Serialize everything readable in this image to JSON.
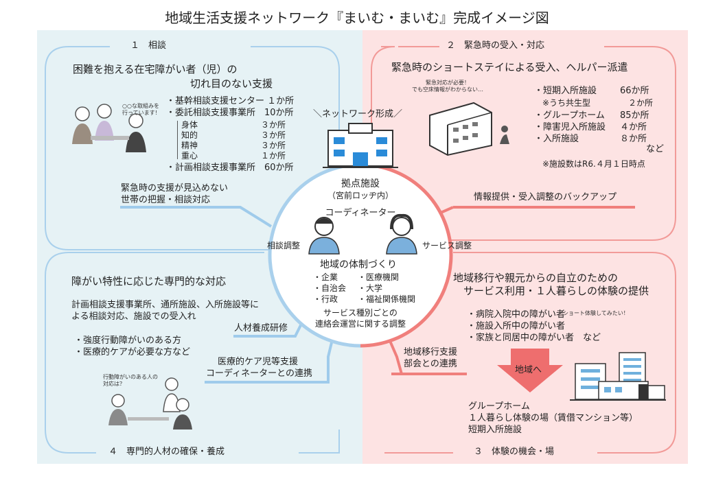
{
  "title": "地域生活支援ネットワーク『まいむ・まいむ』完成イメージ図",
  "sections": {
    "s1": {
      "title": "１　相談",
      "heading_1": "困難を抱える在宅障がい者（児）の",
      "heading_2": "切れ目のない支援",
      "bubble": "○○な取組みを\n行っています！",
      "items": [
        "・基幹相談支援センター １か所",
        "・委託相談支援事業所　10か所"
      ],
      "sub_labels": [
        "身体",
        "知的",
        "精神",
        "重心"
      ],
      "sub_values": [
        "３か所",
        "３か所",
        "３か所",
        "１か所"
      ],
      "last_item": "・計画相談支援事業所　60か所",
      "link_1": "緊急時の支援が見込めない",
      "link_2": "世帯の把握・相談対応"
    },
    "s2": {
      "title": "２　緊急時の受入・対応",
      "heading": "緊急時のショートステイによる受入、ヘルパー派遣",
      "bubble": "緊急対応が必要！\nでも空床情報がわからない…",
      "facilities": [
        {
          "name": "・短期入所施設",
          "count": "66か所"
        },
        {
          "name": "　※うち共生型",
          "count": "２か所"
        },
        {
          "name": "・グループホーム",
          "count": "85か所"
        },
        {
          "name": "・障害児入所施設",
          "count": "４か所"
        },
        {
          "name": "・入所施設",
          "count": "８か所"
        }
      ],
      "etc": "など",
      "note": "※施設数はR6.４月１日時点",
      "link": "情報提供・受入調整のバックアップ"
    },
    "s3": {
      "title": "３　体験の機会・場",
      "heading_1": "地域移行や親元からの自立のための",
      "heading_2": "サービス利用・１人暮らしの体験の提供",
      "items": [
        "・病院入院中の障がい者",
        "・施設入所中の障がい者",
        "・家族と同居中の障がい者　など"
      ],
      "bubble": "ショート体験してみたい！",
      "arrow_label": "地域へ",
      "places": [
        "グループホーム",
        "１人暮らし体験の場（賃借マンション等）",
        "短期入所施設"
      ],
      "link_1": "地域移行支援",
      "link_2": "部会との連携"
    },
    "s4": {
      "title": "４　専門的人材の確保・養成",
      "heading": "障がい特性に応じた専門的な対応",
      "desc_1": "計画相談支援事業所、通所施設、入所施設等に",
      "desc_2": "よる相談対応、施設での受入れ",
      "items": [
        "・強度行動障がいのある方",
        "・医療的ケアが必要な方など"
      ],
      "bubble": "行動障がいのある人の\n対応は？",
      "link_training": "人材養成研修",
      "link_coord_1": "医療的ケア児等支援",
      "link_coord_2": "コーディネーターとの連携"
    },
    "center": {
      "network": "＼ネットワーク形成／",
      "hub_1": "拠点施設",
      "hub_2": "（宮前ロッヂ内）",
      "coordinator": "コーディネーター",
      "consult_adjust": "相談調整",
      "service_adjust": "サービス調整",
      "system_title": "地域の体制づくり",
      "system_left": [
        "・企業",
        "・自治会",
        "・行政"
      ],
      "system_right": [
        "・医療機関",
        "・大学",
        "・福祉関係機関"
      ],
      "liaison_1": "サービス種別ごとの",
      "liaison_2": "連絡会運営に関する調整"
    },
    "colors": {
      "blue_bg": "#e6f2f5",
      "pink_bg": "#fde3e3",
      "blue_line": "#9fcbeb",
      "pink_line": "#f07f7c",
      "arrow": "#ee6e6e"
    }
  }
}
